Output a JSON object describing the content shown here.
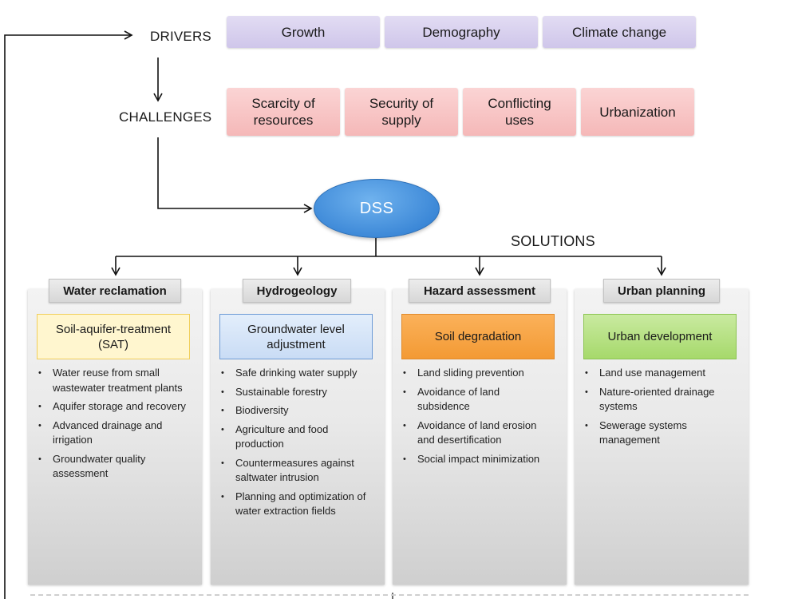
{
  "drivers": {
    "label": "DRIVERS",
    "items": [
      "Growth",
      "Demography",
      "Climate change"
    ]
  },
  "challenges": {
    "label": "CHALLENGES",
    "items": [
      "Scarcity of\nresources",
      "Security of\nsupply",
      "Conflicting\nuses",
      "Urbanization"
    ]
  },
  "center": {
    "label": "DSS"
  },
  "solutions": {
    "label": "SOLUTIONS",
    "columns": [
      {
        "title": "Water reclamation",
        "subtitle": "Soil-aquifer-treatment\n(SAT)",
        "items": [
          "Water reuse from small wastewater treatment plants",
          "Aquifer storage and recovery",
          "Advanced drainage and irrigation",
          "Groundwater quality assessment"
        ]
      },
      {
        "title": "Hydrogeology",
        "subtitle": "Groundwater level\nadjustment",
        "items": [
          "Safe drinking water supply",
          "Sustainable forestry",
          "Biodiversity",
          "Agriculture and food production",
          "Countermeasures against saltwater intrusion",
          "Planning and optimization of water extraction fields"
        ]
      },
      {
        "title": "Hazard assessment",
        "subtitle": "Soil degradation",
        "items": [
          "Land sliding prevention",
          "Avoidance of land subsidence",
          "Avoidance of land erosion and desertification",
          "Social impact minimization"
        ]
      },
      {
        "title": "Urban planning",
        "subtitle": "Urban development",
        "items": [
          "Land use management",
          "Nature-oriented drainage systems",
          "Sewerage systems management"
        ]
      }
    ]
  }
}
